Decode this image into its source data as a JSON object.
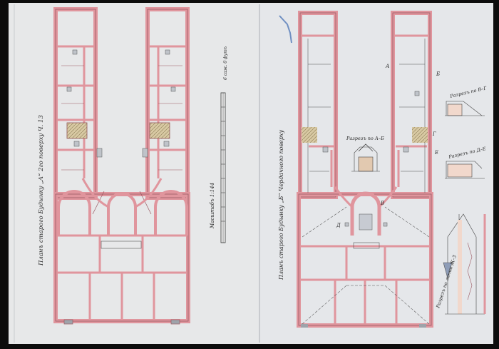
{
  "colors": {
    "paper": "#e7e8e9",
    "paper_right": "#e5e7ea",
    "wall": "#e0959d",
    "wall_line": "#9c5a63",
    "ink": "#2a2a2a",
    "stair": "#d8c9a3",
    "accent_blue": "#6f8fc2",
    "scan_border": "#0c0c0c"
  },
  "labels": {
    "left_plan_title": "Планъ старого Будынку „А“ 2го поверху Ч. 13",
    "scale_label": "Масштабъ 1:144",
    "scale_end": "6 саж. 0 футъ",
    "right_plan_title": "Планъ старого Будынку „Б“ Чердачного поверху",
    "section_center": "Разрезъ по А–Б",
    "section_r1": "Разрезъ по В–Г",
    "section_r2": "Разрезъ по Д–Е",
    "section_r3": "Разрезъ по линии Ж–З",
    "mark_a": "А",
    "mark_b": "Б",
    "mark_g": "Г",
    "mark_v": "В",
    "mark_e": "Е",
    "mark_d": "Д"
  }
}
